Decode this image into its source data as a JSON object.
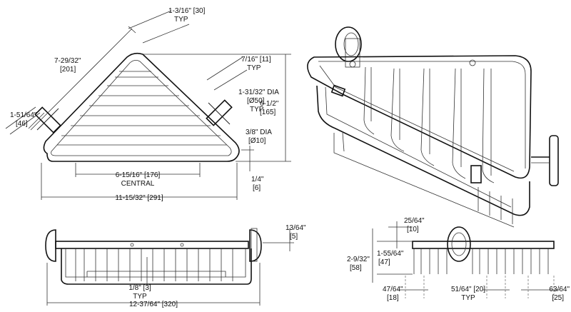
{
  "top_view": {
    "leg_length": "7-29/32\"",
    "leg_length_mm": "[201]",
    "bracket_offset": "1-3/16\" [30]",
    "bracket_offset_typ": "TYP",
    "flange_thickness": "7/16\" [11]",
    "flange_thickness_typ": "TYP",
    "depth": "1-51/64\"",
    "depth_mm": "[46]",
    "flange_dia": "1-31/32\" DIA",
    "flange_dia_mm": "[Ø50]",
    "flange_dia_typ": "TYP",
    "rod_dia": "3/8\" DIA",
    "rod_dia_mm": "[Ø10]",
    "height": "6-1/2\"",
    "height_mm": "[165]",
    "lip": "1/4\"",
    "lip_mm": "[6]",
    "central": "6-15/16\" [176]",
    "central_label": "CENTRAL",
    "overall_width": "11-15/32\" [291]"
  },
  "front_view": {
    "flange_offset": "13/64\"",
    "flange_offset_mm": "[5]",
    "wire_gap": "1/8\" [3]",
    "wire_gap_typ": "TYP",
    "overall_width": "12-37/64\" [320]"
  },
  "side_view": {
    "top_gap": "25/64\"",
    "top_gap_mm": "[10]",
    "total_height": "2-9/32\"",
    "total_height_mm": "[58]",
    "basket_height": "1-55/64\"",
    "basket_height_mm": "[47]",
    "left_depth": "47/64\"",
    "left_depth_mm": "[18]",
    "wire_spacing": "51/64\" [20]",
    "wire_spacing_typ": "TYP",
    "right_depth": "63/64\"",
    "right_depth_mm": "[25]"
  }
}
